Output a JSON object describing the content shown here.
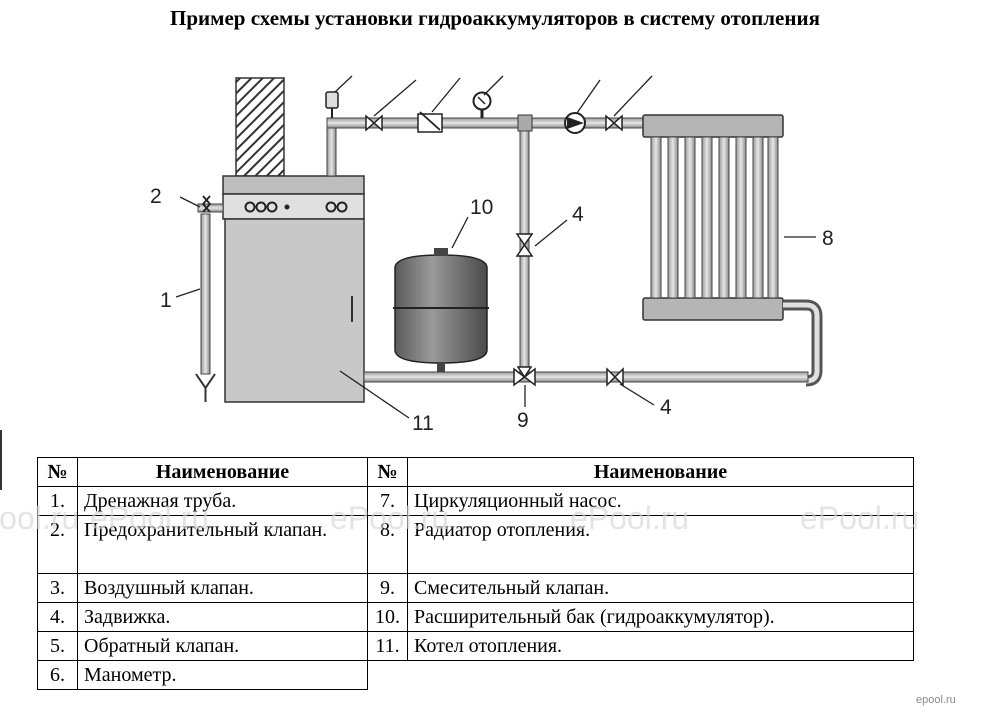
{
  "title": "Пример схемы установки гидроаккумуляторов в систему отопления",
  "callouts": {
    "drain_pipe": "1",
    "safety_valve": "2",
    "gate_valve_vertical": "4",
    "gate_valve_return": "4",
    "radiator": "8",
    "mixing_valve": "9",
    "expansion_tank": "10",
    "boiler": "11"
  },
  "legend": {
    "headers": {
      "num": "№",
      "name": "Наименование",
      "num2": "№",
      "name2": "Наименование"
    },
    "rows": [
      {
        "num": "1.",
        "name": "Дренажная труба.",
        "num2": "7.",
        "name2": "Циркуляционный насос."
      },
      {
        "num": "2.",
        "name": "Предохранительный клапан.",
        "num2": "8.",
        "name2": "Радиатор отопления."
      },
      {
        "num": "3.",
        "name": "Воздушный клапан.",
        "num2": "9.",
        "name2": "Смесительный клапан."
      },
      {
        "num": "4.",
        "name": "Задвижка.",
        "num2": "10.",
        "name2": "Расширительный бак (гидроаккумулятор)."
      },
      {
        "num": "5.",
        "name": "Обратный клапан.",
        "num2": "11.",
        "name2": "Котел отопления."
      },
      {
        "num": "6.",
        "name": "Манометр."
      }
    ]
  },
  "watermark": "ePool.ru",
  "brand_mark": "epool.ru"
}
